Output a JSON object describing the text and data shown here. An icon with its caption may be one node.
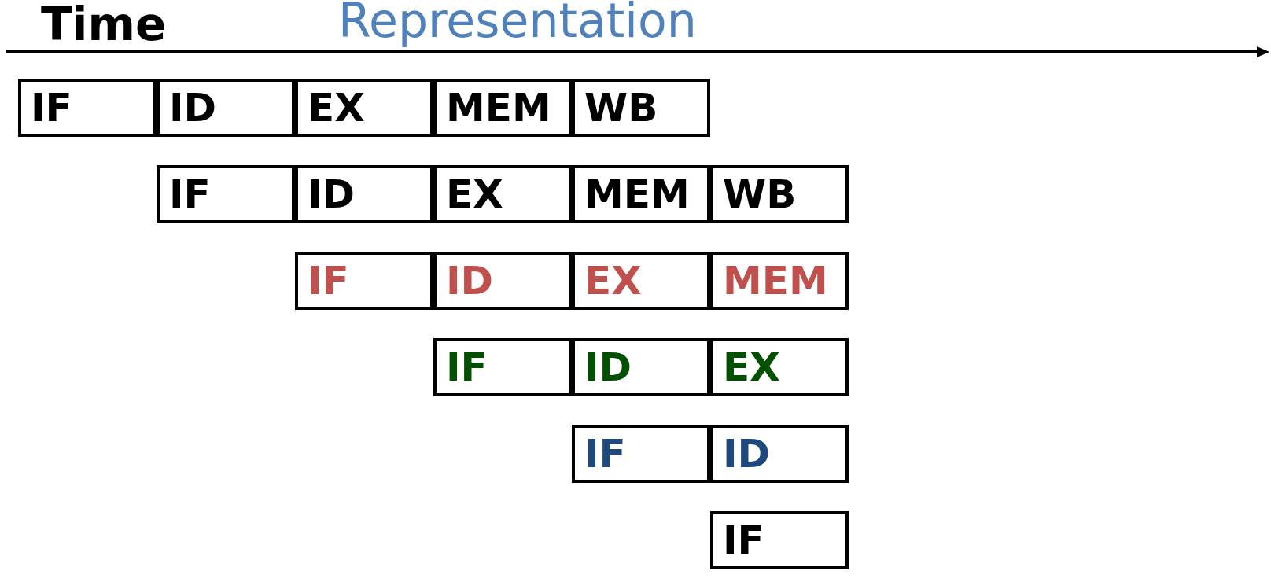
{
  "diagram": {
    "title": "Representation",
    "nodes": [
      {
        "text": [
          "IF"
        ]
      },
      {
        "text": [
          "ID"
        ]
      },
      {
        "text": [
          "EX"
        ]
      },
      {
        "text": [
          "MEM"
        ]
      },
      {
        "text": [
          "WB"
        ]
      },
      {
        "text": [
          "IF"
        ]
      },
      {
        "text": [
          "ID"
        ]
      },
      {
        "text": [
          "EX"
        ]
      },
      {
        "text": [
          "MEM"
        ]
      },
      {
        "text": [
          "WB"
        ]
      },
      {
        "text": [
          "IF"
        ]
      },
      {
        "text": [
          "ID"
        ]
      },
      {
        "text": [
          "EX"
        ]
      },
      {
        "text": [
          "MEM"
        ]
      },
      {
        "text": [
          "IF"
        ]
      },
      {
        "text": [
          "ID"
        ]
      },
      {
        "text": [
          "EX"
        ]
      },
      {
        "text": [
          "IF"
        ]
      },
      {
        "text": [
          "ID"
        ]
      },
      {
        "text": [
          "IF"
        ]
      }
    ],
    "labels": [
      "Time"
    ]
  }
}
